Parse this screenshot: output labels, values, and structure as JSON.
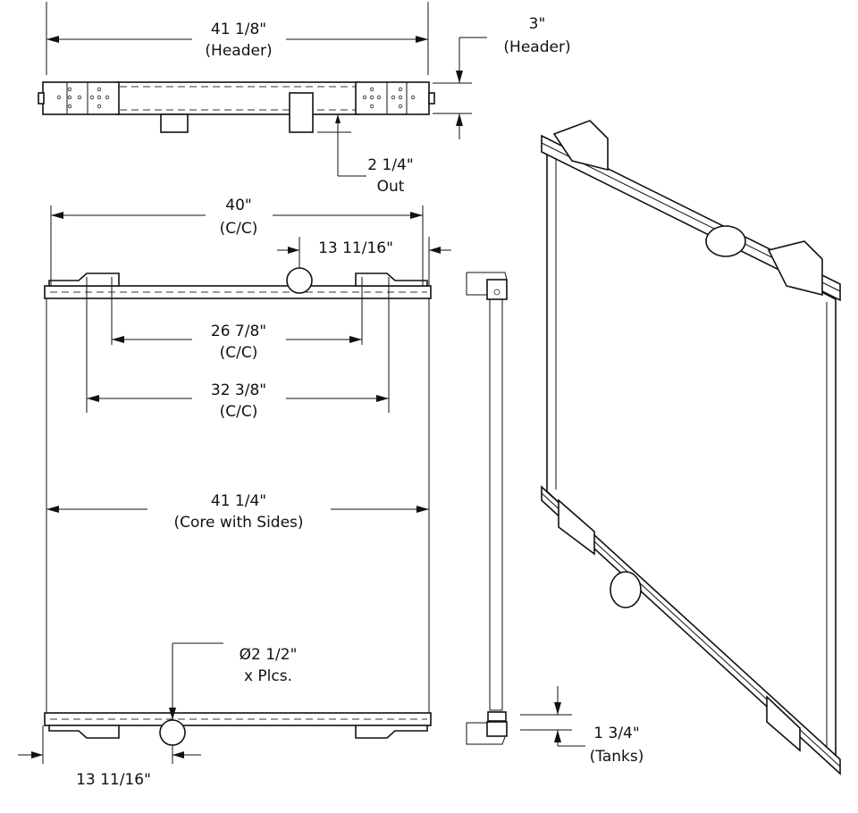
{
  "top_view": {
    "header_length": {
      "value": "41 1/8\"",
      "note": "(Header)"
    },
    "header_height": {
      "value": "3\"",
      "note": "(Header)"
    },
    "outlet": {
      "value": "2 1/4\"",
      "note": "Out"
    }
  },
  "front_view": {
    "mount_cc_outer": {
      "value": "40\"",
      "note": "(C/C)"
    },
    "inlet_offset": {
      "value": "13 11/16\""
    },
    "bracket_cc_inner": {
      "value": "26 7/8\"",
      "note": "(C/C)"
    },
    "bracket_cc_outer": {
      "value": "32 3/8\"",
      "note": "(C/C)"
    },
    "core_width": {
      "value": "41 1/4\"",
      "note": "(Core with Sides)"
    },
    "pipe_dia": {
      "value": "Ø2 1/2\"",
      "note": "x Plcs."
    },
    "outlet_offset": {
      "value": "13 11/16\""
    }
  },
  "side_view": {
    "tank_depth": {
      "value": "1 3/4\"",
      "note": "(Tanks)"
    }
  }
}
